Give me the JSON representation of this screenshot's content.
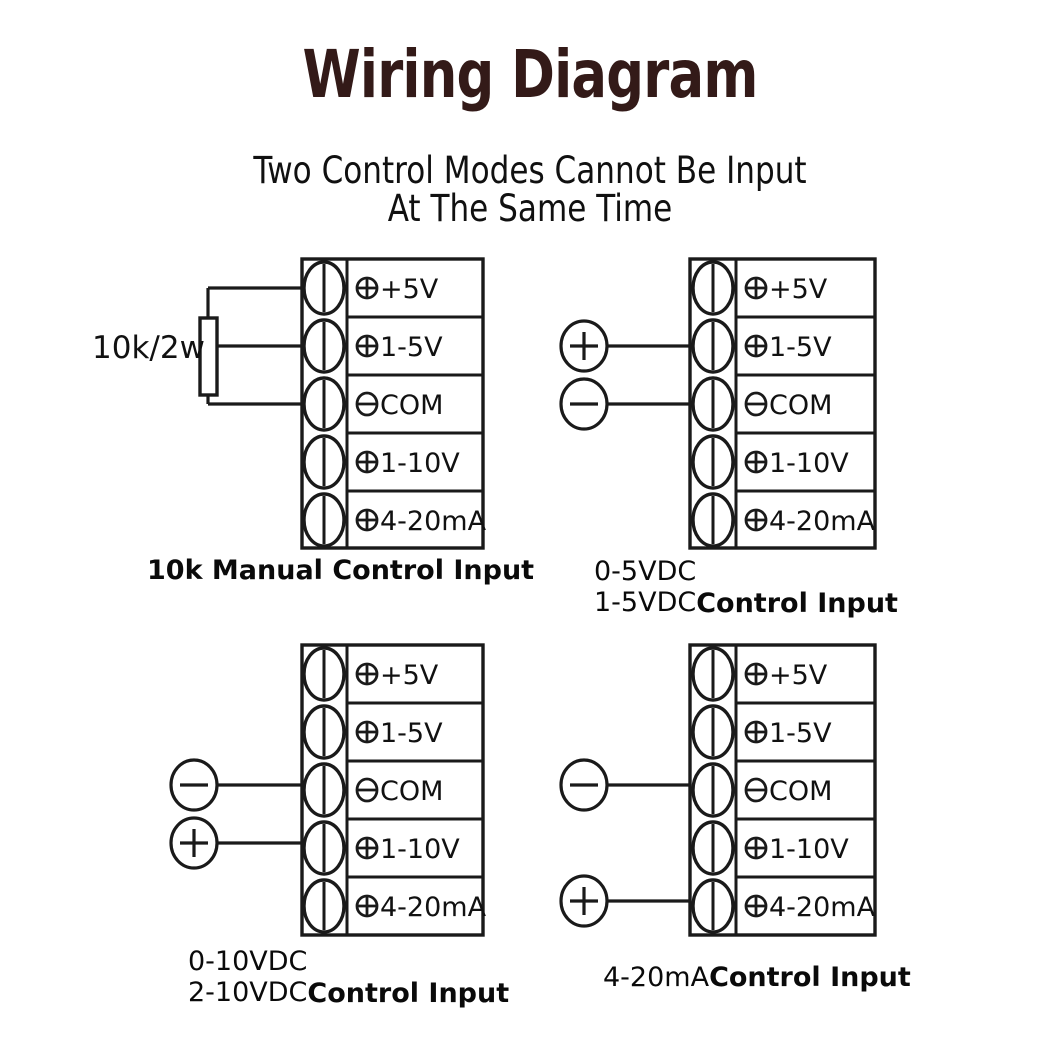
{
  "header": {
    "title": "Wiring Diagram",
    "subtitle_line1": "Two Control Modes Cannot Be Input",
    "subtitle_line2": "At The Same Time",
    "title_color": "#331a18",
    "text_color": "#101010"
  },
  "terminal_rows": [
    {
      "symbol": "plus",
      "label": "+5V"
    },
    {
      "symbol": "plus",
      "label": "1-5V"
    },
    {
      "symbol": "minus",
      "label": "COM"
    },
    {
      "symbol": "plus",
      "label": "1-10V"
    },
    {
      "symbol": "plus",
      "label": "4-20mA"
    }
  ],
  "panels": [
    {
      "id": "manual-10k",
      "caption_prefix": "",
      "caption_stack": [],
      "caption_bold": "10k Manual Control Input",
      "source_type": "potentiometer",
      "resistor_value": "10k/2w",
      "connections": [
        {
          "terminal": "+5V",
          "from": "pot-top"
        },
        {
          "terminal": "1-5V",
          "from": "pot-wiper"
        },
        {
          "terminal": "COM",
          "from": "pot-bottom"
        }
      ]
    },
    {
      "id": "vdc-0-5",
      "caption_prefix": "",
      "caption_stack": [
        "0-5VDC",
        "1-5VDC"
      ],
      "caption_bold": "Control Input",
      "source_type": "polarity-terminals",
      "resistor_value": "",
      "connections": [
        {
          "terminal": "1-5V",
          "from": "plus"
        },
        {
          "terminal": "COM",
          "from": "minus"
        }
      ]
    },
    {
      "id": "vdc-0-10",
      "caption_prefix": "",
      "caption_stack": [
        "0-10VDC",
        "2-10VDC"
      ],
      "caption_bold": "Control Input",
      "source_type": "polarity-terminals",
      "resistor_value": "",
      "connections": [
        {
          "terminal": "COM",
          "from": "minus"
        },
        {
          "terminal": "1-10V",
          "from": "plus"
        }
      ]
    },
    {
      "id": "ma-4-20",
      "caption_prefix": "4-20mA ",
      "caption_stack": [],
      "caption_bold": "Control Input",
      "source_type": "polarity-terminals",
      "resistor_value": "",
      "connections": [
        {
          "terminal": "COM",
          "from": "minus"
        },
        {
          "terminal": "4-20mA",
          "from": "plus"
        }
      ]
    }
  ],
  "captions": {
    "p1_bold": "10k Manual Control Input",
    "p2_stack1": "0-5VDC",
    "p2_stack2": "1-5VDC",
    "p2_bold": "Control Input",
    "p3_stack1": "0-10VDC",
    "p3_stack2": "2-10VDC",
    "p3_bold": "Control Input",
    "p4_plain": "4-20mA ",
    "p4_bold": "Control Input"
  },
  "labels": {
    "r1": "+5V",
    "r2": "1-5V",
    "r3": "COM",
    "r4": "1-10V",
    "r5": "4-20mA",
    "resistor": "10k/2w"
  }
}
